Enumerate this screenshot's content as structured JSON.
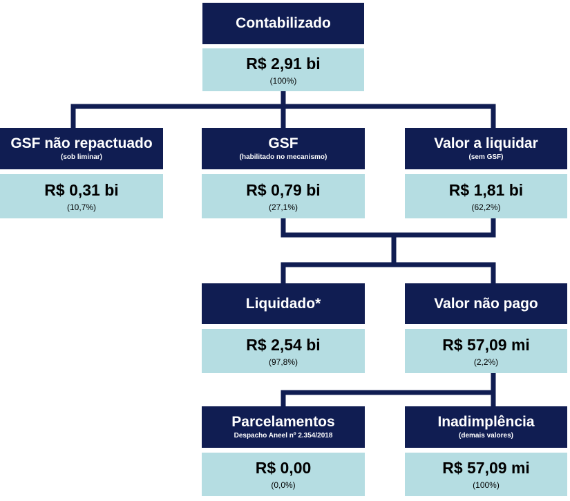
{
  "colors": {
    "header": "#101d52",
    "value_box": "#b5dde2",
    "connector": "#101d52"
  },
  "nodes": {
    "contabilizado": {
      "title": "Contabilizado",
      "subtitle": "",
      "amount": "R$ 2,91 bi",
      "percent": "(100%)"
    },
    "gsf_nao_repactuado": {
      "title": "GSF não repactuado",
      "subtitle": "(sob liminar)",
      "amount": "R$ 0,31 bi",
      "percent": "(10,7%)"
    },
    "gsf": {
      "title": "GSF",
      "subtitle": "(habilitado no mecanismo)",
      "amount": "R$ 0,79 bi",
      "percent": "(27,1%)"
    },
    "valor_a_liquidar": {
      "title": "Valor a liquidar",
      "subtitle": "(sem GSF)",
      "amount": "R$ 1,81 bi",
      "percent": "(62,2%)"
    },
    "liquidado": {
      "title": "Liquidado*",
      "subtitle": "",
      "amount": "R$ 2,54 bi",
      "percent": "(97,8%)"
    },
    "valor_nao_pago": {
      "title": "Valor não pago",
      "subtitle": "",
      "amount": "R$ 57,09 mi",
      "percent": "(2,2%)"
    },
    "parcelamentos": {
      "title": "Parcelamentos",
      "subtitle": "Despacho Aneel nº 2.354/2018",
      "amount": "R$ 0,00",
      "percent": "(0,0%)"
    },
    "inadimplencia": {
      "title": "Inadimplência",
      "subtitle": "(demais valores)",
      "amount": "R$ 57,09 mi",
      "percent": "(100%)"
    }
  }
}
